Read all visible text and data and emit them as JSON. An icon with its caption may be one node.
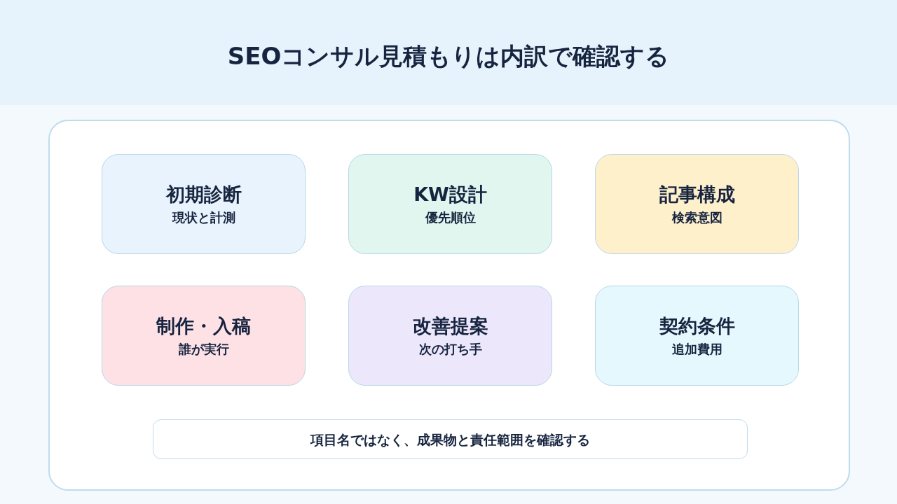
{
  "diagram": {
    "title": "SEOコンサル見積もりは内訳で確認する",
    "nodes": [
      {
        "text": [],
        "shape": "box"
      },
      {
        "text": [
          "初期診断",
          "現状と計測"
        ],
        "in": 0
      },
      {
        "text": [
          "KW設計",
          "優先順位"
        ],
        "in": 0
      },
      {
        "text": [
          "記事構成",
          "検索意図"
        ],
        "in": 0
      },
      {
        "text": [
          "制作・入稿",
          "誰が実行"
        ],
        "in": 0
      },
      {
        "text": [
          "改善提案",
          "次の打ち手"
        ],
        "in": 0
      },
      {
        "text": [
          "契約条件",
          "追加費用"
        ],
        "in": 0
      },
      {
        "text": [
          "項目名ではなく、成果物と責任範囲を確認する"
        ],
        "in": 0
      }
    ],
    "edges": []
  }
}
